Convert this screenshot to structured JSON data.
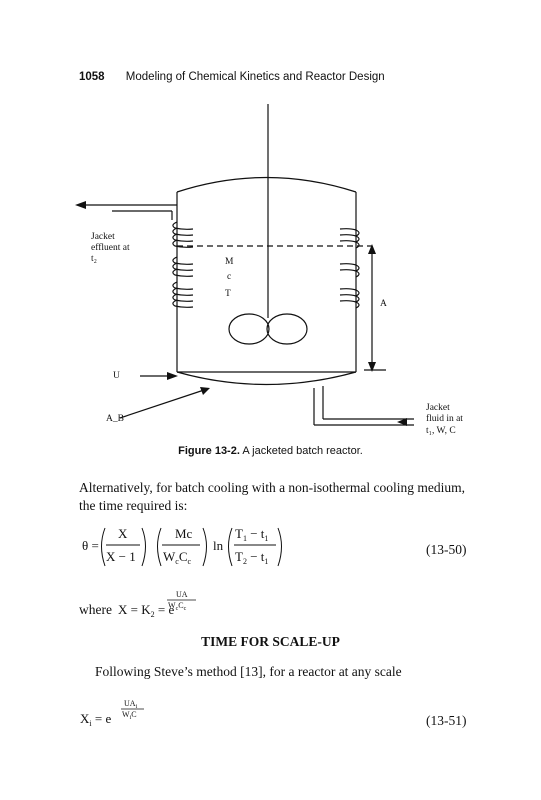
{
  "header": {
    "page_number": "1058",
    "title": "Modeling of Chemical Kinetics and Reactor Design"
  },
  "figure": {
    "caption_label": "Figure 13-2.",
    "caption_text": "A jacketed batch reactor.",
    "labels": {
      "jacket_effluent_1": "Jacket",
      "jacket_effluent_2": "effluent at",
      "jacket_effluent_3": "t₂",
      "mass": "M",
      "heat_capacity": "c",
      "temperature": "T",
      "area": "A",
      "coefficient": "U",
      "area_b": "A_B",
      "jacket_fluid_1": "Jacket",
      "jacket_fluid_2": "fluid in at",
      "jacket_fluid_3": "t₁, W, C"
    }
  },
  "body": {
    "para1_line1": "Alternatively, for batch cooling with a non-isothermal cooling medium,",
    "para1_line2": "the time required is:",
    "eq_13_50_number": "(13-50)",
    "where_text": "where",
    "heading": "TIME FOR SCALE-UP",
    "para2": "Following Steve’s method [13], for a reactor at any scale",
    "eq_13_51_number": "(13-51)"
  }
}
